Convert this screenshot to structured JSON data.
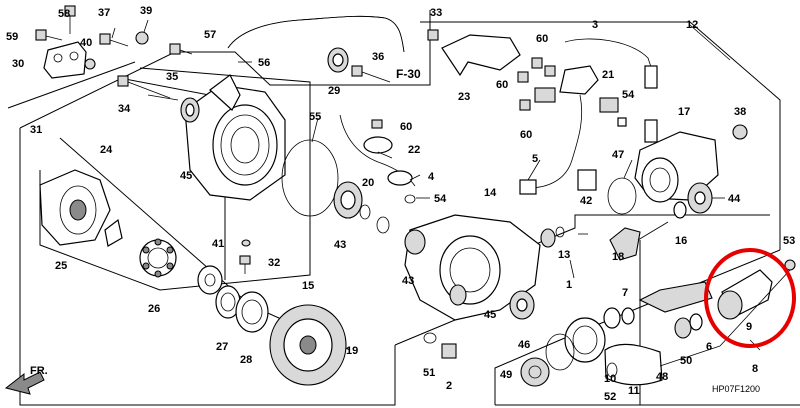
{
  "diagram": {
    "code_f30": "F-30",
    "figure_code": "HP07F1200",
    "direction_label": "FR.",
    "highlight_color": "#e60000",
    "highlight_target": "9",
    "callouts": [
      {
        "id": "58",
        "label": "58"
      },
      {
        "id": "37",
        "label": "37"
      },
      {
        "id": "39",
        "label": "39"
      },
      {
        "id": "59",
        "label": "59"
      },
      {
        "id": "40",
        "label": "40"
      },
      {
        "id": "30",
        "label": "30"
      },
      {
        "id": "34",
        "label": "34"
      },
      {
        "id": "35",
        "label": "35"
      },
      {
        "id": "57",
        "label": "57"
      },
      {
        "id": "56",
        "label": "56"
      },
      {
        "id": "36",
        "label": "36"
      },
      {
        "id": "29",
        "label": "29"
      },
      {
        "id": "33",
        "label": "33"
      },
      {
        "id": "3",
        "label": "3"
      },
      {
        "id": "12",
        "label": "12"
      },
      {
        "id": "60a",
        "label": "60"
      },
      {
        "id": "60b",
        "label": "60"
      },
      {
        "id": "21",
        "label": "21"
      },
      {
        "id": "23",
        "label": "23"
      },
      {
        "id": "54a",
        "label": "54"
      },
      {
        "id": "60c",
        "label": "60"
      },
      {
        "id": "17",
        "label": "17"
      },
      {
        "id": "38",
        "label": "38"
      },
      {
        "id": "60d",
        "label": "60"
      },
      {
        "id": "31",
        "label": "31"
      },
      {
        "id": "55",
        "label": "55"
      },
      {
        "id": "22",
        "label": "22"
      },
      {
        "id": "5",
        "label": "5"
      },
      {
        "id": "24",
        "label": "24"
      },
      {
        "id": "45a",
        "label": "45"
      },
      {
        "id": "20",
        "label": "20"
      },
      {
        "id": "4",
        "label": "4"
      },
      {
        "id": "54b",
        "label": "54"
      },
      {
        "id": "47",
        "label": "47"
      },
      {
        "id": "42",
        "label": "42"
      },
      {
        "id": "44",
        "label": "44"
      },
      {
        "id": "14",
        "label": "14"
      },
      {
        "id": "16",
        "label": "16"
      },
      {
        "id": "25",
        "label": "25"
      },
      {
        "id": "41",
        "label": "41"
      },
      {
        "id": "43a",
        "label": "43"
      },
      {
        "id": "43b",
        "label": "43"
      },
      {
        "id": "15",
        "label": "15"
      },
      {
        "id": "13",
        "label": "13"
      },
      {
        "id": "18",
        "label": "18"
      },
      {
        "id": "53",
        "label": "53"
      },
      {
        "id": "32",
        "label": "32"
      },
      {
        "id": "1",
        "label": "1"
      },
      {
        "id": "26",
        "label": "26"
      },
      {
        "id": "7",
        "label": "7"
      },
      {
        "id": "45b",
        "label": "45"
      },
      {
        "id": "9",
        "label": "9"
      },
      {
        "id": "27",
        "label": "27"
      },
      {
        "id": "28",
        "label": "28"
      },
      {
        "id": "46",
        "label": "46"
      },
      {
        "id": "50",
        "label": "50"
      },
      {
        "id": "6",
        "label": "6"
      },
      {
        "id": "19",
        "label": "19"
      },
      {
        "id": "51",
        "label": "51"
      },
      {
        "id": "49",
        "label": "49"
      },
      {
        "id": "10",
        "label": "10"
      },
      {
        "id": "11",
        "label": "11"
      },
      {
        "id": "48",
        "label": "48"
      },
      {
        "id": "8",
        "label": "8"
      },
      {
        "id": "2",
        "label": "2"
      },
      {
        "id": "52",
        "label": "52"
      }
    ]
  }
}
